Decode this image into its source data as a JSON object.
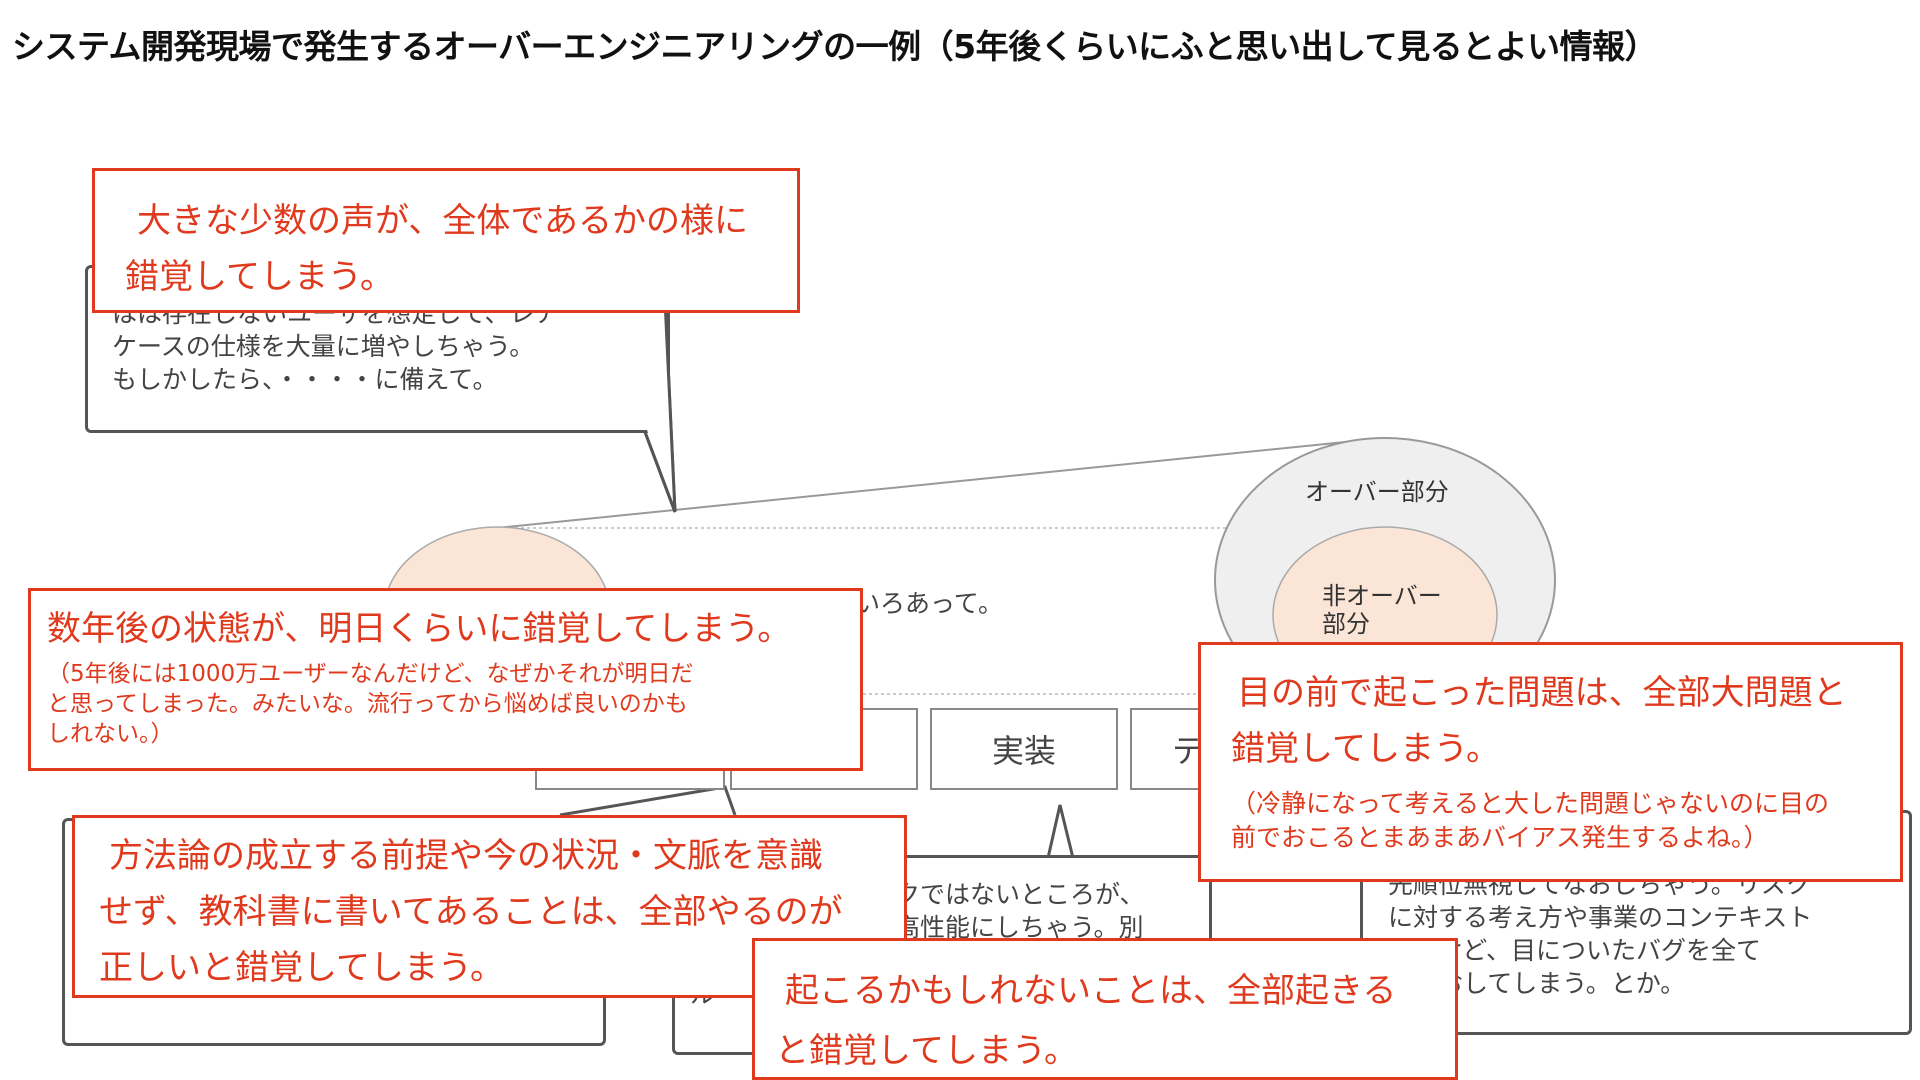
{
  "title": "システム開発現場で発生するオーバーエンジニアリングの一例（5年後くらいにふと思い出して見るとよい情報）",
  "circles": {
    "outer_label": "オーバー部分",
    "inner_label": "非オーバー\n部分"
  },
  "colors": {
    "callout_red": "#e03a1e",
    "peach": "#fbe5d6",
    "gray_circle": "#efefef"
  },
  "gray_notes": {
    "top_left": "はは存在しないユーザを想定して、レア\nケースの仕様を大量に増やしちゃう。\nもしかしたら、・・・・に備えて。",
    "middle_fragment": "いろあって。",
    "bottom_middle": "クではないところが、\n高性能にしちゃう。別",
    "bottom_middle_tail": "ル",
    "bottom_right": "先順位無視してなおしちゃう。リスク\nに対する考え方や事業のコンテキスト\nよるけど、目についたバグを全て\nになおしてしまう。とか。"
  },
  "phases": {
    "implementation": "実装",
    "test_fragment": "テ"
  },
  "callouts": {
    "c1": {
      "main": "大きな少数の声が、全体であるかの様に\n錯覚してしまう。"
    },
    "c2": {
      "main": "数年後の状態が、明日くらいに錯覚してしまう。",
      "sub": "（5年後には1000万ユーザーなんだけど、なぜかそれが明日だ\nと思ってしまった。みたいな。流行ってから悩めば良いのかも\nしれない。）"
    },
    "c3": {
      "main": "目の前で起こった問題は、全部大問題と\n錯覚してしまう。",
      "sub": "（冷静になって考えると大した問題じゃないのに目の\n前でおこるとまあまあバイアス発生するよね。）"
    },
    "c4": {
      "main": "方法論の成立する前提や今の状況・文脈を意識\nせず、教科書に書いてあることは、全部やるのが\n正しいと錯覚してしまう。"
    },
    "c5": {
      "main": "起こるかもしれないことは、全部起きる\nと錯覚してしまう。"
    }
  }
}
